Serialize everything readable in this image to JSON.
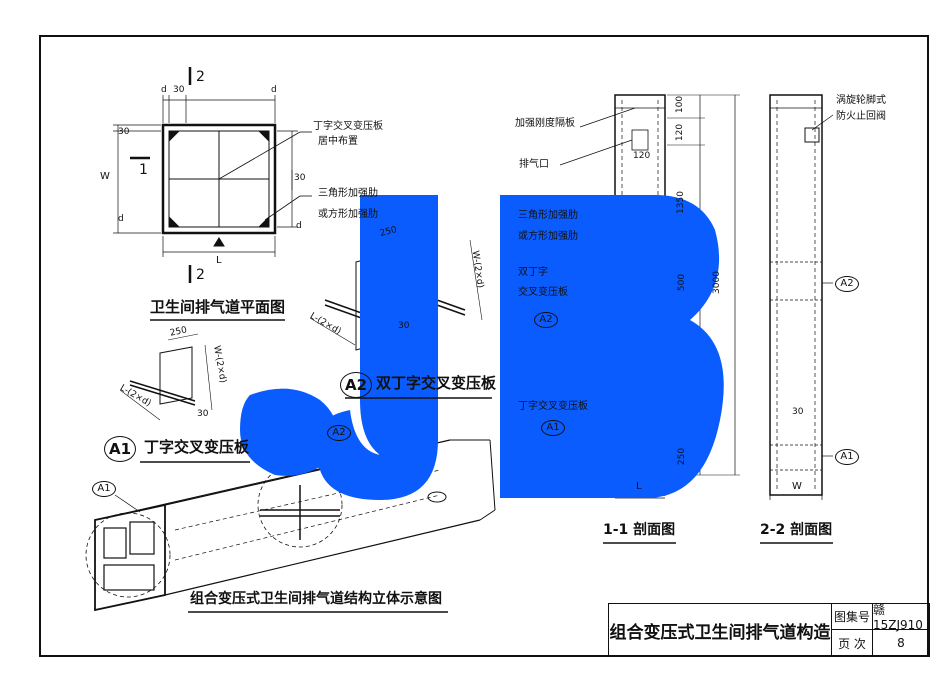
{
  "plan_view": {
    "title": "卫生间排气道平面图",
    "section_mark_top": "2",
    "section_mark_bottom": "2",
    "section_mark_left": "1",
    "dim_d": "d",
    "dim_30": "30",
    "dim_W": "W",
    "dim_L": "L",
    "note_plate": "丁字交叉变压板",
    "note_plate2": "居中布置",
    "note_rib": "三角形加强肋",
    "note_rib2": "或方形加强肋"
  },
  "a1_detail": {
    "label": "A1",
    "title": "丁字交叉变压板",
    "dim_250": "250",
    "dim_w": "W-(2×d)",
    "dim_l": "L-(2×d)",
    "dim_30": "30"
  },
  "a2_detail": {
    "label": "A2",
    "title": "双丁字交叉变压板",
    "dim_250": "250",
    "dim_w": "W-(2×d)",
    "dim_l": "L-(2×d)",
    "dim_30": "30"
  },
  "iso_view": {
    "title": "组合变压式卫生间排气道结构立体示意图",
    "ref_a1": "A1",
    "ref_a2": "A2"
  },
  "section_1_1": {
    "title": "1-1 剖面图",
    "note_partition": "加强刚度隔板",
    "note_vent": "排气口",
    "note_rib": "三角形加强肋",
    "note_rib2": "或方形加强肋",
    "note_double": "双丁字",
    "note_double2": "交叉变压板",
    "note_single": "丁字交叉变压板",
    "ref_a2": "A2",
    "ref_a1": "A1",
    "dim_100": "100",
    "dim_120": "120",
    "dim_120b": "120",
    "dim_1350": "1350",
    "dim_500": "500",
    "dim_3000": "3000",
    "dim_250": "250",
    "dim_L": "L"
  },
  "section_2_2": {
    "title": "2-2 剖面图",
    "note_valve": "涡旋轮脚式",
    "note_valve2": "防火止回阀",
    "ref_a2": "A2",
    "ref_a1": "A1",
    "dim_30": "30",
    "dim_W": "W"
  },
  "title_block": {
    "drawing_title": "组合变压式卫生间排气道构造",
    "atlas_label": "图集号",
    "atlas_no": "赣15ZJ910",
    "page_label": "页 次",
    "page_no": "8"
  },
  "watermark": {
    "text": "JB",
    "color": "#0a5cff"
  }
}
